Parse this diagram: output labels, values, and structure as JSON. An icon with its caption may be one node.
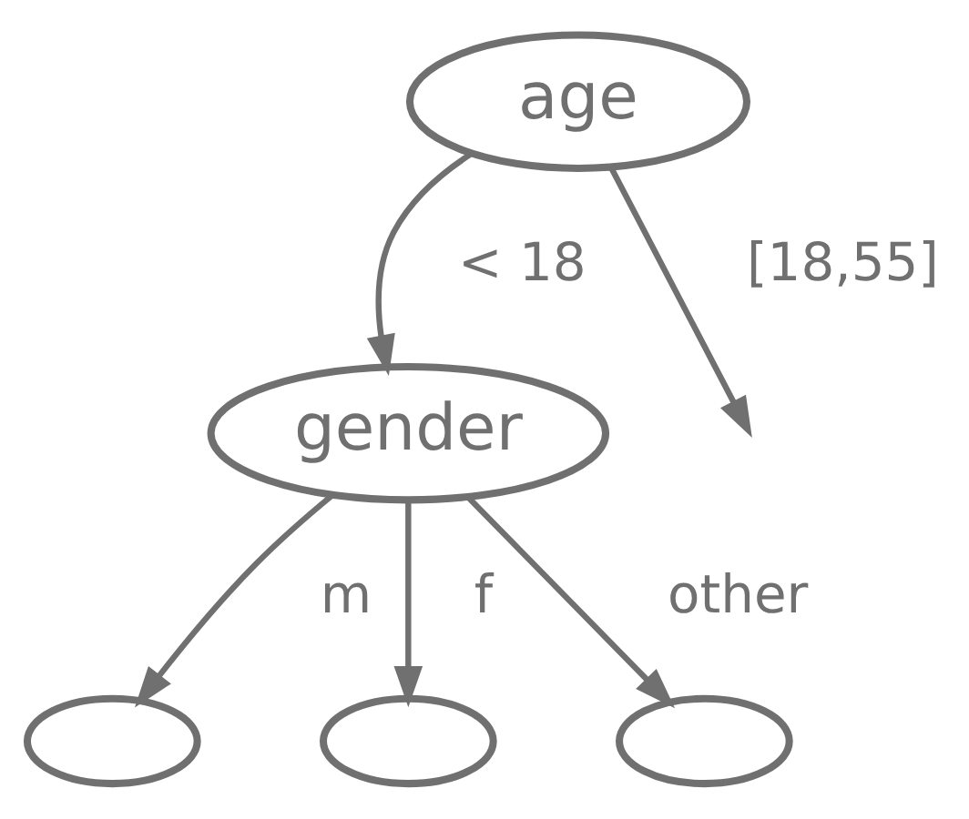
{
  "diagram": {
    "nodes": [
      {
        "text": [
          "age"
        ]
      },
      {
        "text": [
          "gender"
        ]
      },
      {
        "text": [],
        "shape": "ellipse"
      },
      {
        "text": [],
        "shape": "ellipse"
      },
      {
        "text": [],
        "shape": "ellipse"
      }
    ],
    "edges": [
      {
        "from": 0,
        "to": 1,
        "arrow": "to",
        "label": "< 18"
      },
      {
        "from": 0,
        "to": null,
        "arrow": "to",
        "label": "[18,55]"
      },
      {
        "from": 1,
        "to": 2,
        "arrow": "to",
        "label": "m"
      },
      {
        "from": 1,
        "to": 3,
        "arrow": "to",
        "label": "f"
      },
      {
        "from": 1,
        "to": 4,
        "arrow": "to",
        "label": "other"
      }
    ]
  }
}
